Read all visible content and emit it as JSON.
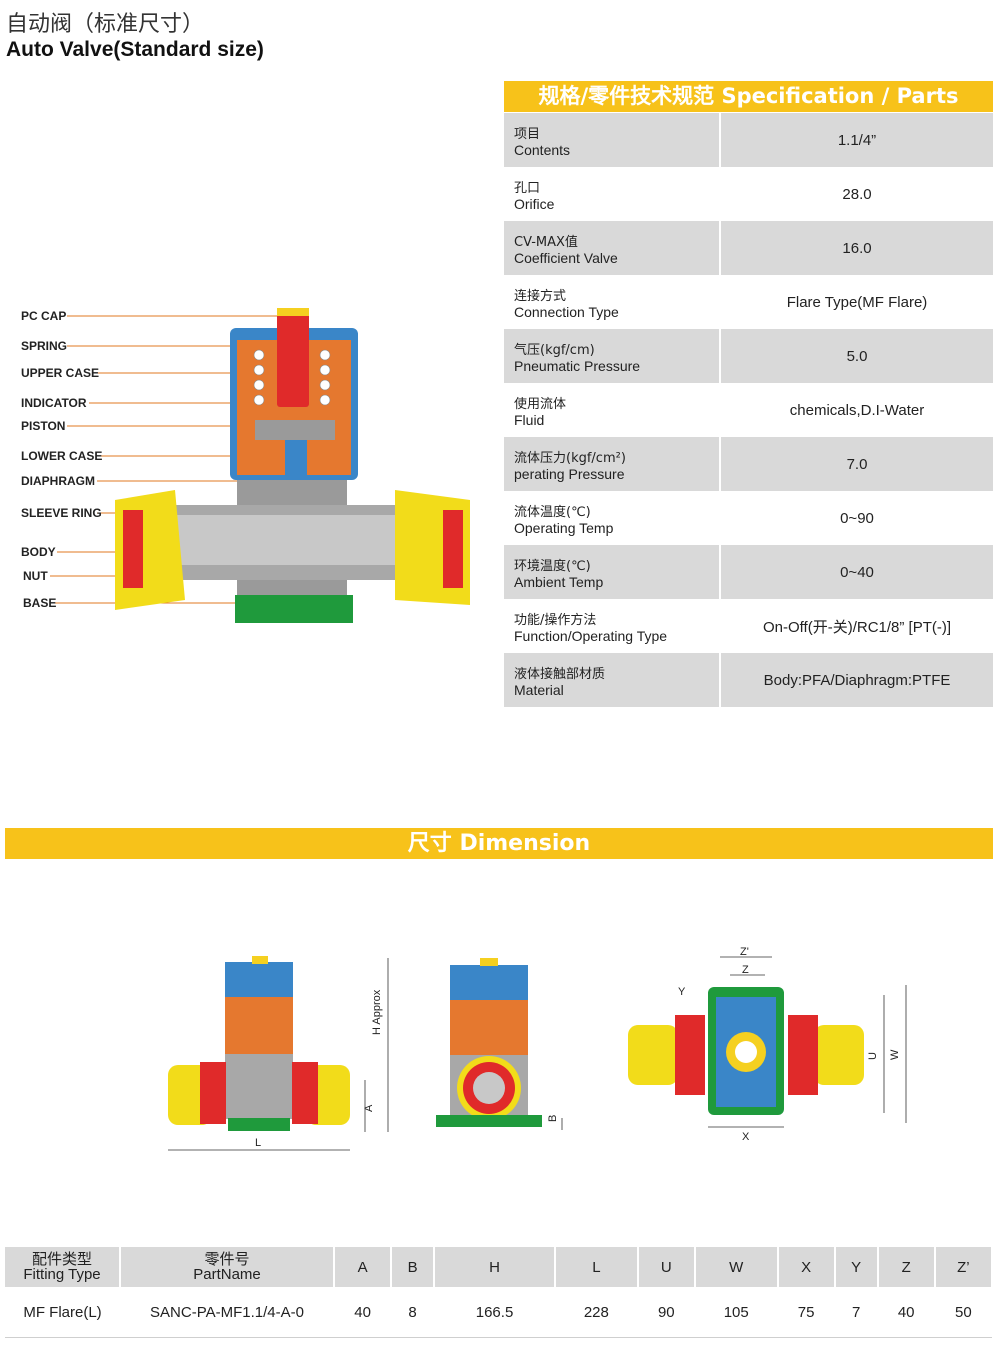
{
  "title": {
    "cn": "自动阀（标准尺寸）",
    "en": "Auto Valve(Standard size)"
  },
  "colors": {
    "accent": "#f7c21a",
    "row_shade": "#d9d9d9"
  },
  "diagram": {
    "part_labels": [
      "PC CAP",
      "SPRING",
      "UPPER CASE",
      "INDICATOR",
      "PISTON",
      "LOWER CASE",
      "DIAPHRAGM",
      "SLEEVE RING",
      "BODY",
      "NUT",
      "BASE"
    ]
  },
  "spec": {
    "header": "规格/零件技术规范 Specification / Parts",
    "rows": [
      {
        "cn": "项目",
        "en": "Contents",
        "value": "1.1/4”"
      },
      {
        "cn": "孔口",
        "en": "Orifice",
        "value": "28.0"
      },
      {
        "cn": "CV-MAX值",
        "en": "Coefficient Valve",
        "value": "16.0"
      },
      {
        "cn": "连接方式",
        "en": "Connection Type",
        "value": "Flare Type(MF Flare)"
      },
      {
        "cn": "气压(kgf/cm)",
        "en": "Pneumatic Pressure",
        "value": "5.0"
      },
      {
        "cn": "使用流体",
        "en": "Fluid",
        "value": "chemicals,D.I-Water"
      },
      {
        "cn": "流体压力(kgf/cm²)",
        "en": "perating Pressure",
        "value": "7.0"
      },
      {
        "cn": "流体温度(℃)",
        "en": "Operating Temp",
        "value": "0~90"
      },
      {
        "cn": "环境温度(℃)",
        "en": "Ambient Temp",
        "value": "0~40"
      },
      {
        "cn": "功能/操作方法",
        "en": "Function/Operating Type",
        "value": "On-Off(开-关)/RC1/8” [PT(-)]"
      },
      {
        "cn": "液体接触部材质",
        "en": "Material",
        "value": "Body:PFA/Diaphragm:PTFE"
      }
    ]
  },
  "dimension": {
    "header": "尺寸 Dimension",
    "drawing_labels": {
      "h": "H Approx",
      "a": "A",
      "l": "L",
      "b": "B",
      "z_prime": "Z'",
      "z": "Z",
      "y": "Y",
      "u": "U",
      "w": "W",
      "x": "X"
    }
  },
  "table": {
    "headers": [
      {
        "cn": "配件类型",
        "en": "Fitting Type"
      },
      {
        "cn": "零件号",
        "en": "PartName"
      },
      {
        "en": "A"
      },
      {
        "en": "B"
      },
      {
        "en": "H"
      },
      {
        "en": "L"
      },
      {
        "en": "U"
      },
      {
        "en": "W"
      },
      {
        "en": "X"
      },
      {
        "en": "Y"
      },
      {
        "en": "Z"
      },
      {
        "en": "Z’"
      }
    ],
    "row": [
      "MF Flare(L)",
      "SANC-PA-MF1.1/4-A-0",
      "40",
      "8",
      "166.5",
      "228",
      "90",
      "105",
      "75",
      "7",
      "40",
      "50"
    ]
  }
}
